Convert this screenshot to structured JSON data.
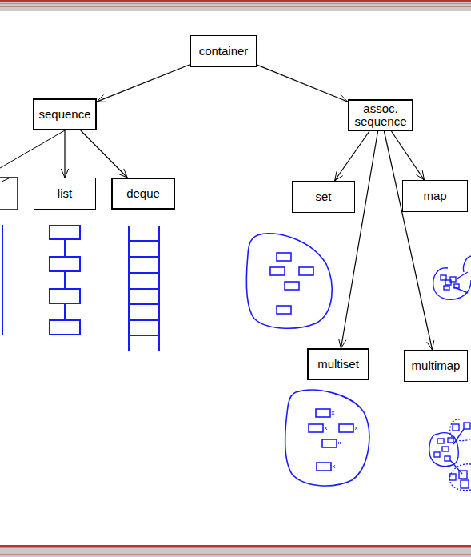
{
  "diagram": {
    "nodes": [
      {
        "text": [
          "container"
        ]
      },
      {
        "text": [
          "sequence"
        ]
      },
      {
        "text": [
          "assoc. sequence"
        ]
      },
      {
        "text": [
          "list"
        ]
      },
      {
        "text": [
          "deque"
        ]
      },
      {
        "text": [
          "set"
        ]
      },
      {
        "text": [
          "map"
        ]
      },
      {
        "text": [
          "multiset"
        ]
      },
      {
        "text": [
          "multimap"
        ]
      }
    ],
    "edges": [
      {
        "from": 0,
        "to": 1,
        "arrow": "to"
      },
      {
        "from": 0,
        "to": 2,
        "arrow": "to"
      },
      {
        "from": 1,
        "to": 3,
        "arrow": "to"
      },
      {
        "from": 1,
        "to": 4,
        "arrow": "to"
      },
      {
        "from": 2,
        "to": 5,
        "arrow": "to"
      },
      {
        "from": 2,
        "to": 6,
        "arrow": "to"
      },
      {
        "from": 2,
        "to": 7,
        "arrow": "to"
      },
      {
        "from": 2,
        "to": 8,
        "arrow": "to"
      }
    ]
  }
}
